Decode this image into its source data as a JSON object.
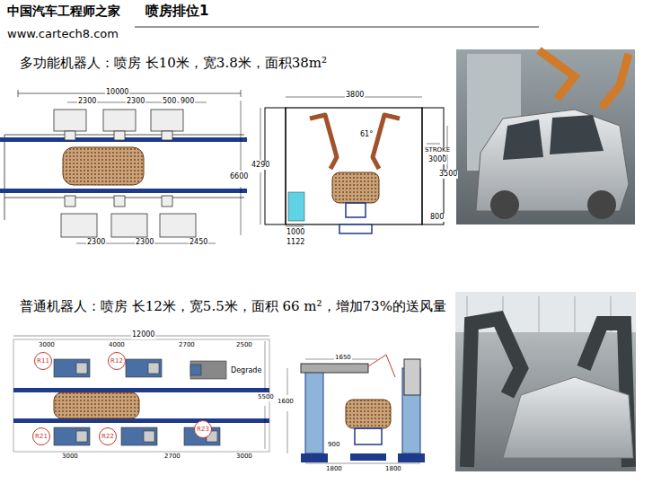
{
  "diagram": {
    "title": "喷房排位1",
    "nodes": [
      {
        "text": [
          "R11"
        ]
      },
      {
        "text": [
          "R12"
        ]
      },
      {
        "text": [
          "R21"
        ]
      },
      {
        "text": [
          "R22"
        ]
      },
      {
        "text": [
          "R23"
        ]
      }
    ],
    "labels": [
      "中国汽车工程师之家",
      "www.cartech8.com",
      "多功能机器人：喷房 长10米，宽3.8米，面积38m²",
      "10000",
      "2300",
      "2300",
      "500",
      "900",
      "6600",
      "2300",
      "2300",
      "2450",
      "3800",
      "61°",
      "STROKE",
      "3000",
      "3500",
      "4290",
      "800",
      "1000",
      "1122",
      "普通机器人：喷房 长12米，宽5.5米，面积 66 m²，增加73%的送风量",
      "12000",
      "3000",
      "4000",
      "2700",
      "2500",
      "Degrade",
      "3000",
      "2700",
      "3000",
      "5500",
      "1650",
      "1600",
      "900",
      "1800",
      "1800"
    ]
  }
}
